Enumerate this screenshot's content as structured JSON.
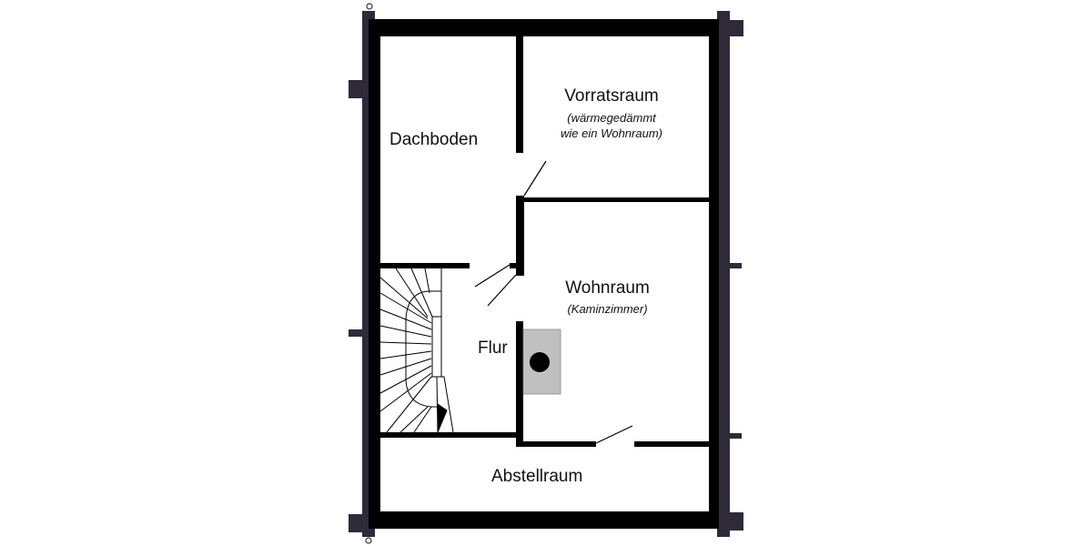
{
  "diagram": {
    "type": "floor-plan",
    "colors": {
      "wall": "#000000",
      "beam": "#2e2a3a",
      "chimney_fill": "#c0c0c0",
      "background": "#ffffff"
    },
    "rooms": [
      {
        "id": "dachboden",
        "name": "Dachboden",
        "note": ""
      },
      {
        "id": "vorratsraum",
        "name": "Vorratsraum",
        "note_line1": "(wärmegedämmt",
        "note_line2": "wie ein Wohnraum)"
      },
      {
        "id": "wohnraum",
        "name": "Wohnraum",
        "note": "(Kaminzimmer)"
      },
      {
        "id": "flur",
        "name": "Flur",
        "note": ""
      },
      {
        "id": "abstellraum",
        "name": "Abstellraum",
        "note": ""
      }
    ],
    "features": {
      "staircase": "winding-staircase-icon",
      "chimney": "chimney-icon"
    }
  }
}
